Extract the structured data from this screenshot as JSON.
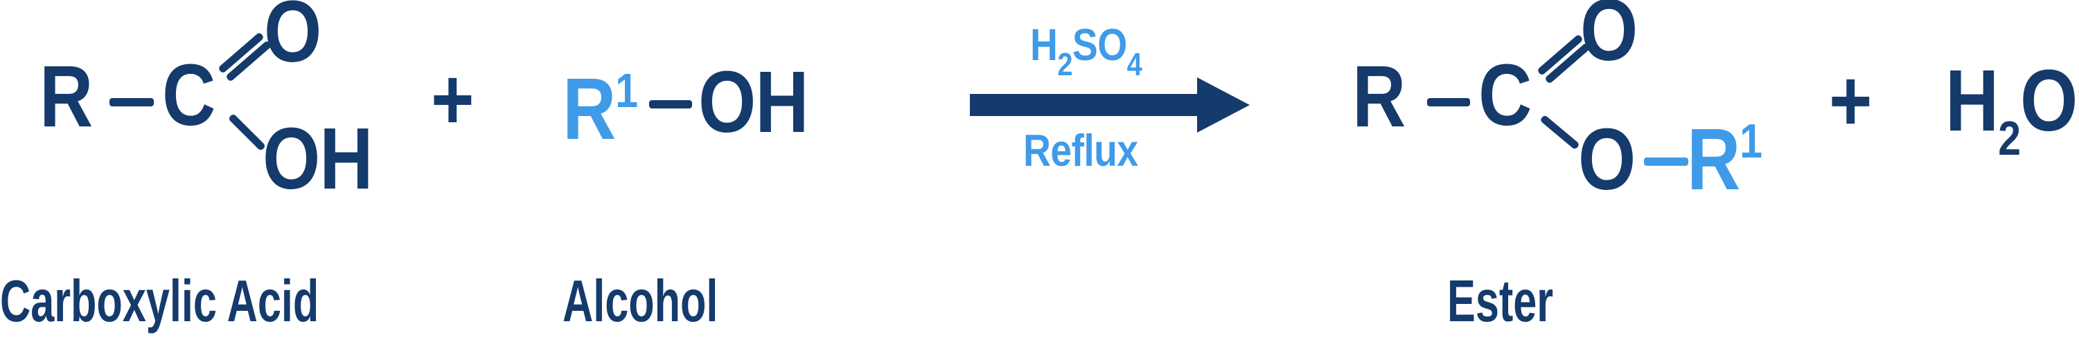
{
  "colors": {
    "navy": "#153A6C",
    "blue": "#3F9BE8",
    "background": "#FFFFFF"
  },
  "carboxylic_acid": {
    "r": "R",
    "c": "C",
    "o_double": "O",
    "oh": "OH",
    "label": "Carboxylic Acid"
  },
  "plus_left": "+",
  "alcohol": {
    "r": "R",
    "r_sup": "1",
    "oh": "OH",
    "label": "Alcohol"
  },
  "arrow": {
    "catalyst": {
      "h": "H",
      "sub_h": "2",
      "so": "SO",
      "sub_o": "4"
    },
    "condition": "Reflux"
  },
  "ester": {
    "r": "R",
    "c": "C",
    "o_double": "O",
    "o_single": "O",
    "r1": "R",
    "r1_sup": "1",
    "label": "Ester"
  },
  "plus_right": "+",
  "water": {
    "h": "H",
    "sub": "2",
    "o": "O"
  }
}
